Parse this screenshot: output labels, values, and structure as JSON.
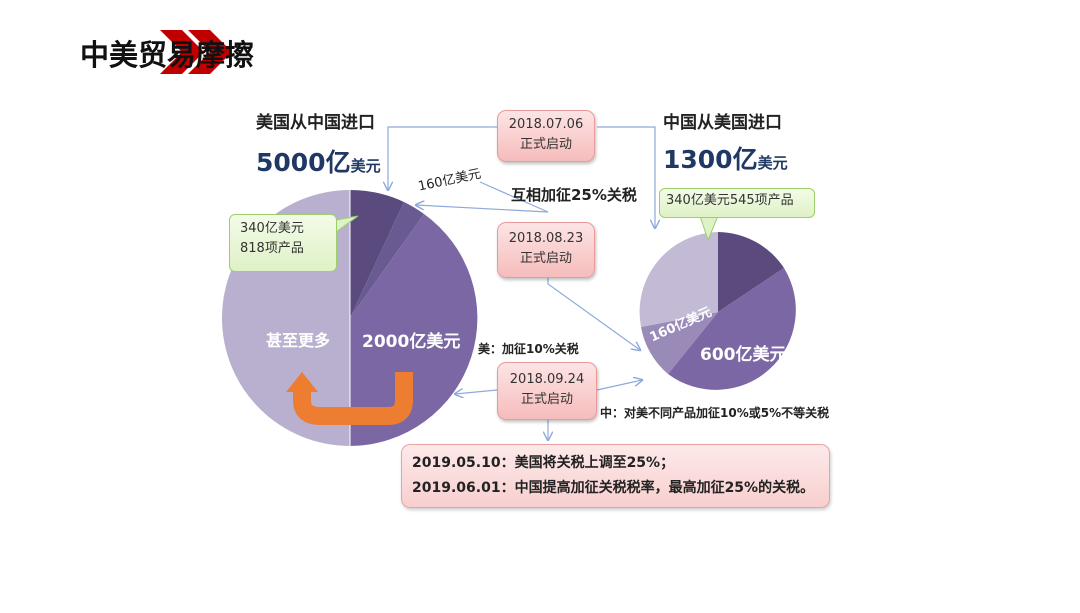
{
  "page": {
    "title": "中美贸易摩擦",
    "accent": "#c00000"
  },
  "us_imports": {
    "heading": "美国从中国进口",
    "total_number": "5000亿",
    "total_unit": "美元",
    "callout_line1": "340亿美元",
    "callout_line2": "818项产品",
    "slice_160": "160亿美元",
    "slice_2000": "2000亿美元",
    "slice_more": "甚至更多"
  },
  "china_imports": {
    "heading": "中国从美国进口",
    "total_number": "1300亿",
    "total_unit": "美元",
    "callout": "340亿美元545项产品",
    "slice_160": "160亿美元",
    "slice_600": "600亿美元"
  },
  "timeline": {
    "date1": "2018.07.06",
    "start1": "正式启动",
    "mutual": "互相加征25%关税",
    "date2": "2018.08.23",
    "start2": "正式启动",
    "us_note": "美：加征10%关税",
    "date3": "2018.09.24",
    "start3": "正式启动",
    "cn_note": "中：对美不同产品加征10%或5%不等关税"
  },
  "notes": {
    "line1": "2019.05.10：美国将关税上调至25%；",
    "line2": "2019.06.01：中国提高加征关税税率，最高加征25%的关税。"
  },
  "colors": {
    "dark": "#5a4a7d",
    "mid": "#7b67a3",
    "light": "#9a8ab8",
    "pale": "#b7adcc",
    "arrow": "#ed7d31",
    "line": "#8eaadb"
  },
  "chart_data": [
    {
      "type": "pie",
      "title": "美国从中国进口",
      "total": 5000,
      "unit": "亿美元",
      "slices": [
        {
          "label": "340亿美元 818项产品",
          "value": 340
        },
        {
          "label": "160亿美元",
          "value": 160
        },
        {
          "label": "2000亿美元",
          "value": 2000
        },
        {
          "label": "甚至更多",
          "value": 2500
        }
      ]
    },
    {
      "type": "pie",
      "title": "中国从美国进口",
      "total": 1300,
      "unit": "亿美元",
      "slices": [
        {
          "label": "340亿美元545项产品",
          "value": 340
        },
        {
          "label": "600亿美元",
          "value": 600
        },
        {
          "label": "160亿美元",
          "value": 160
        },
        {
          "label": "",
          "value": 200
        }
      ]
    }
  ]
}
